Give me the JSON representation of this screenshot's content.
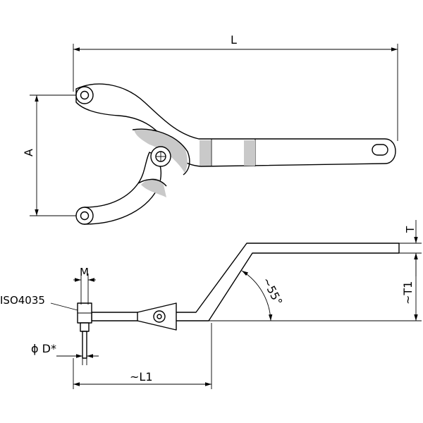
{
  "dimensions": {
    "length": "L",
    "jaw_span": "A",
    "thickness": "T",
    "offset_height": "~T1",
    "bend_angle": "~55°",
    "pin_size": "M",
    "standard": "ISO4035",
    "pin_diameter": "ϕ D*",
    "offset_length": "~L1"
  },
  "colors": {
    "line": "#000000",
    "background": "#ffffff",
    "shading": "#c9c9c9"
  }
}
